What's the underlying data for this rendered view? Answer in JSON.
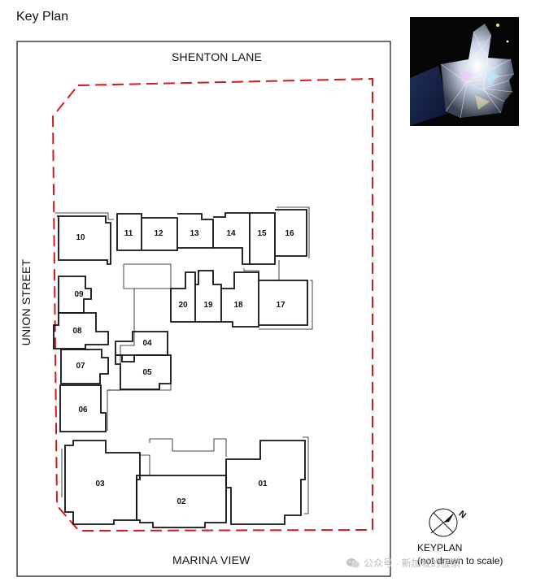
{
  "page_title": "Key Plan",
  "streets": {
    "top": "SHENTON LANE",
    "bottom": "MARINA VIEW",
    "left": "UNION STREET"
  },
  "keyplan": {
    "title": "KEYPLAN",
    "subtitle": "(not drawn to scale)",
    "north_letter": "N"
  },
  "units": [
    {
      "id": "01",
      "label": "01"
    },
    {
      "id": "02",
      "label": "02"
    },
    {
      "id": "03",
      "label": "03"
    },
    {
      "id": "04",
      "label": "04"
    },
    {
      "id": "05",
      "label": "05"
    },
    {
      "id": "06",
      "label": "06"
    },
    {
      "id": "07",
      "label": "07"
    },
    {
      "id": "08",
      "label": "08"
    },
    {
      "id": "09",
      "label": "09"
    },
    {
      "id": "10",
      "label": "10"
    },
    {
      "id": "11",
      "label": "11"
    },
    {
      "id": "12",
      "label": "12"
    },
    {
      "id": "13",
      "label": "13"
    },
    {
      "id": "14",
      "label": "14"
    },
    {
      "id": "15",
      "label": "15"
    },
    {
      "id": "16",
      "label": "16"
    },
    {
      "id": "17",
      "label": "17"
    },
    {
      "id": "18",
      "label": "18"
    },
    {
      "id": "19",
      "label": "19"
    },
    {
      "id": "20",
      "label": "20"
    }
  ],
  "colors": {
    "boundary_dashed": "#d11a1a",
    "outline": "#111111",
    "background": "#ffffff"
  },
  "photo": {
    "icon": "crystal-thumbs-up-icon"
  },
  "watermark": {
    "text": "公众号 · 新加坡的服家",
    "icon": "wechat-icon"
  }
}
